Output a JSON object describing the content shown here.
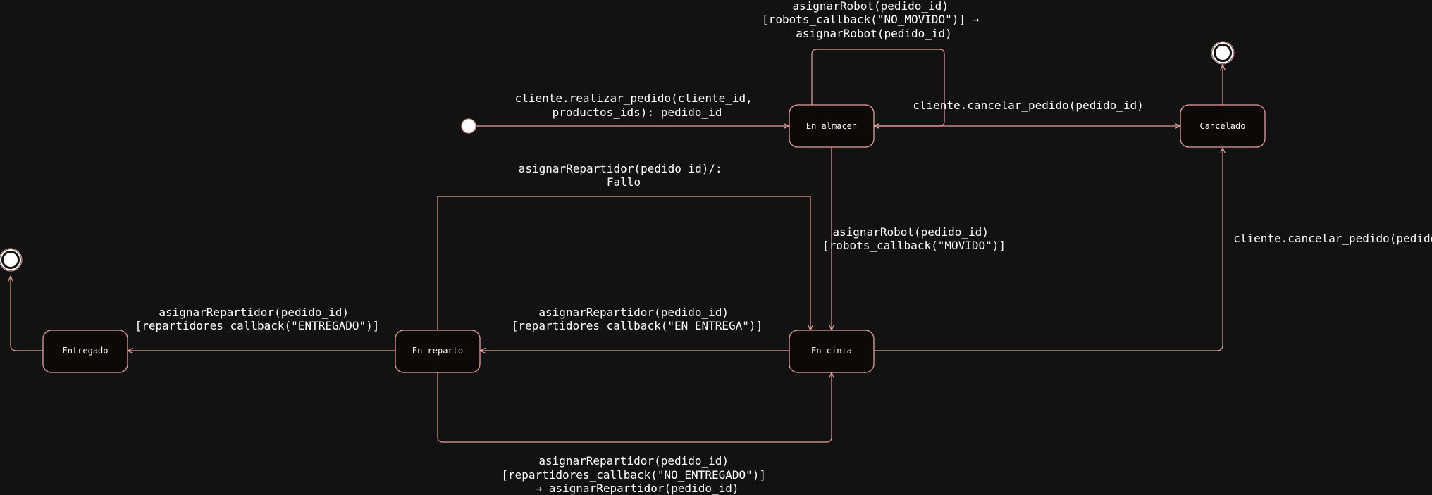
{
  "diagram": {
    "states": {
      "en_almacen": "En almacen",
      "cancelado": "Cancelado",
      "en_cinta": "En cinta",
      "en_reparto": "En reparto",
      "entregado": "Entregado"
    },
    "transitions": {
      "realizar_pedido": [
        "cliente.realizar_pedido(cliente_id,",
        "productos_ids): pedido_id"
      ],
      "no_movido": [
        "asignarRobot(pedido_id)",
        "[robots_callback(\"NO_MOVIDO\")] →",
        "asignarRobot(pedido_id)"
      ],
      "cancelar_almacen": [
        "cliente.cancelar_pedido(pedido_id)"
      ],
      "movido": [
        "asignarRobot(pedido_id)",
        "[robots_callback(\"MOVIDO\")]"
      ],
      "cancelar_cinta": [
        "cliente.cancelar_pedido(pedido_id)"
      ],
      "fallo": [
        "asignarRepartidor(pedido_id)/:",
        "Fallo"
      ],
      "en_entrega": [
        "asignarRepartidor(pedido_id)",
        "[repartidores_callback(\"EN_ENTREGA\")]"
      ],
      "entregado": [
        "asignarRepartidor(pedido_id)",
        "[repartidores_callback(\"ENTREGADO\")]"
      ],
      "no_entregado": [
        "asignarRepartidor(pedido_id)",
        "[repartidores_callback(\"NO_ENTREGADO\")]",
        "→ asignarRepartidor(pedido_id)"
      ]
    }
  }
}
